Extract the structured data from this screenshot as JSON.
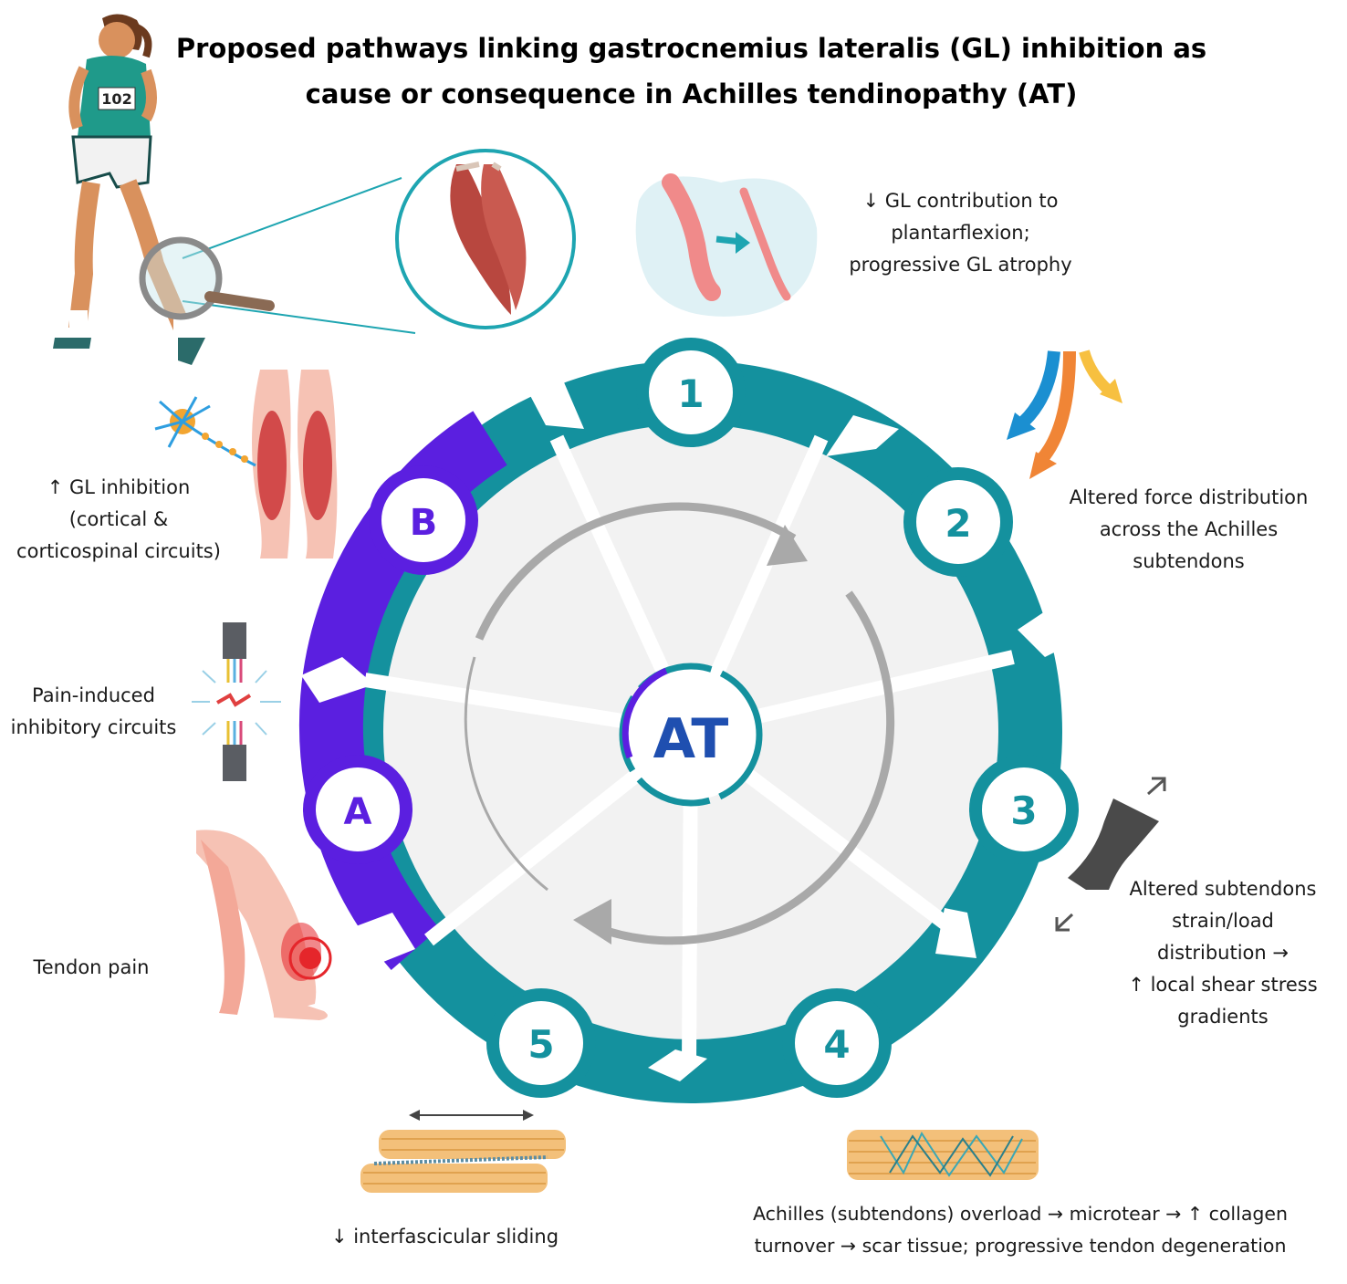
{
  "title": {
    "line1": "Proposed pathways linking gastrocnemius lateralis (GL) inhibition as",
    "line2": "cause or consequence in Achilles tendinopathy (AT)"
  },
  "center": {
    "label": "AT"
  },
  "nodes": [
    {
      "id": "1",
      "label": "1"
    },
    {
      "id": "2",
      "label": "2"
    },
    {
      "id": "3",
      "label": "3"
    },
    {
      "id": "4",
      "label": "4"
    },
    {
      "id": "5",
      "label": "5"
    },
    {
      "id": "A",
      "label": "A"
    },
    {
      "id": "B",
      "label": "B"
    }
  ],
  "captions": {
    "step1": [
      "↓ GL contribution to",
      "plantarflexion;",
      "progressive GL atrophy"
    ],
    "step2": [
      "Altered force distribution",
      "across the Achilles",
      "subtendons"
    ],
    "step3": [
      "Altered subtendons",
      "strain/load",
      "distribution →",
      "↑ local shear stress",
      "gradients"
    ],
    "step4": [
      "Achilles (subtendons) overload → microtear → ↑ collagen",
      "turnover → scar tissue; progressive tendon degeneration"
    ],
    "step5": [
      "↓ interfascicular sliding"
    ],
    "stepA_pain": [
      "Tendon pain"
    ],
    "stepA_circuits": [
      "Pain-induced",
      "inhibitory circuits"
    ],
    "stepB": [
      "↑ GL inhibition",
      "(cortical &",
      "corticospinal circuits)"
    ]
  },
  "runner_bib": "102",
  "colors": {
    "teal": "#14919e",
    "teal_light": "#1ea5b1",
    "purple": "#5b1fe0",
    "purple_dark": "#4a16c8",
    "center_text": "#1f4fb0",
    "center_ring_teal": "#14919e",
    "center_ring_purple": "#5b1fe0",
    "inner_disc": "#f4f4f4",
    "inner_arrow": "#a9a9a9",
    "muscle": "#c2564d",
    "skin": "#f3b7a6",
    "pain": "#e5262b",
    "collagen": "#f0b560"
  },
  "icons": [
    "runner-illustration",
    "magnifier-icon",
    "muscle-closeup-icon",
    "muscle-atrophy-icon",
    "force-arrows-icon",
    "strain-band-icon",
    "scar-tissue-fibers-icon",
    "collagen-sliding-fibers-icon",
    "neuron-calf-icon",
    "electrical-circuit-icon",
    "leg-pain-icon"
  ]
}
